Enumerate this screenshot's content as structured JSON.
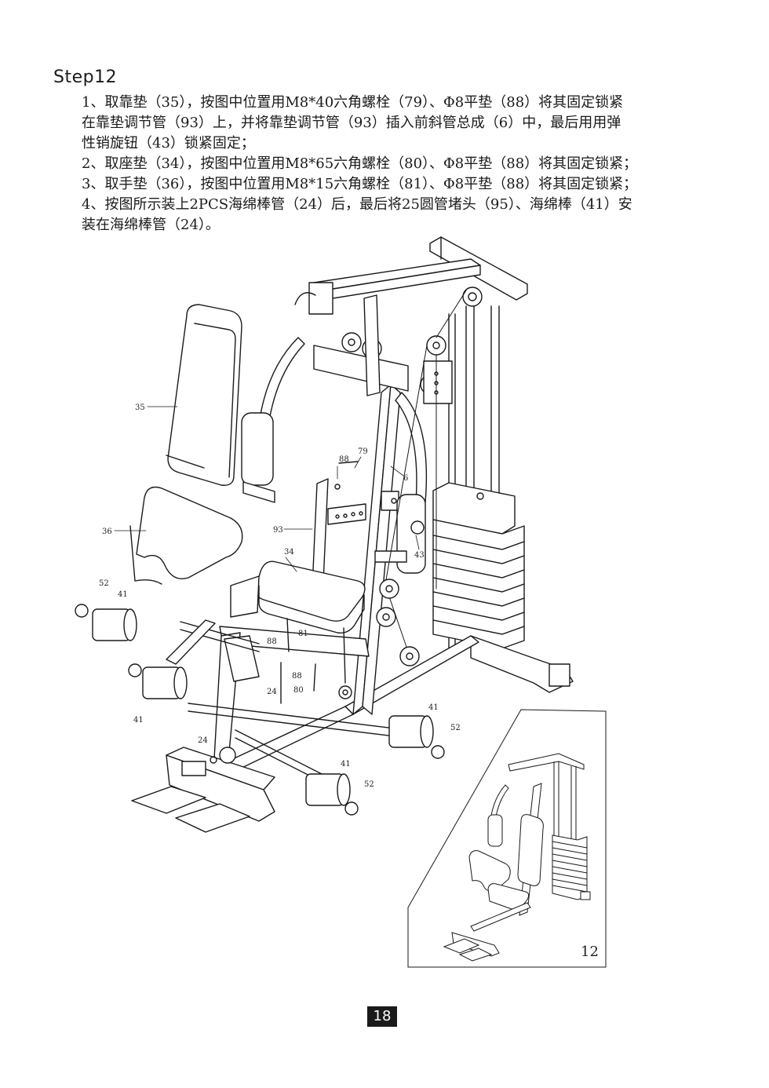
{
  "header": {
    "step_title": "Step12"
  },
  "instructions": [
    {
      "line1": "1、取靠垫（35），按图中位置用M8*40六角螺栓（79）、Φ8平垫（88）将其固定锁紧",
      "line2": "在靠垫调节管（93）上，并将靠垫调节管（93）插入前斜管总成（6）中，最后用用弹",
      "line3": "性销旋钮（43）锁紧固定；"
    },
    {
      "line1": "2、取座垫（34），按图中位置用M8*65六角螺栓（80）、Φ8平垫（88）将其固定锁紧；"
    },
    {
      "line1": "3、取手垫（36），按图中位置用M8*15六角螺栓（81）、Φ8平垫（88）将其固定锁紧；"
    },
    {
      "line1": "4、按图所示装上2PCS海绵棒管（24）后，最后将25圆管堵头（95）、海绵棒（41）安",
      "line2": "装在海绵棒管（24）。"
    }
  ],
  "callouts": {
    "c35": "35",
    "c36": "36",
    "c34": "34",
    "c93": "93",
    "c88a": "88",
    "c79": "79",
    "c6": "6",
    "c43": "43",
    "c52a": "52",
    "c41a": "41",
    "c81": "81",
    "c88b": "88",
    "c88c": "88",
    "c24a": "24",
    "c80": "80",
    "c41b": "41",
    "c24b": "24",
    "c41c": "41",
    "c52b": "52",
    "c41d": "41",
    "c52c": "52"
  },
  "inset": {
    "step_number": "12"
  },
  "footer": {
    "page_number": "18"
  }
}
